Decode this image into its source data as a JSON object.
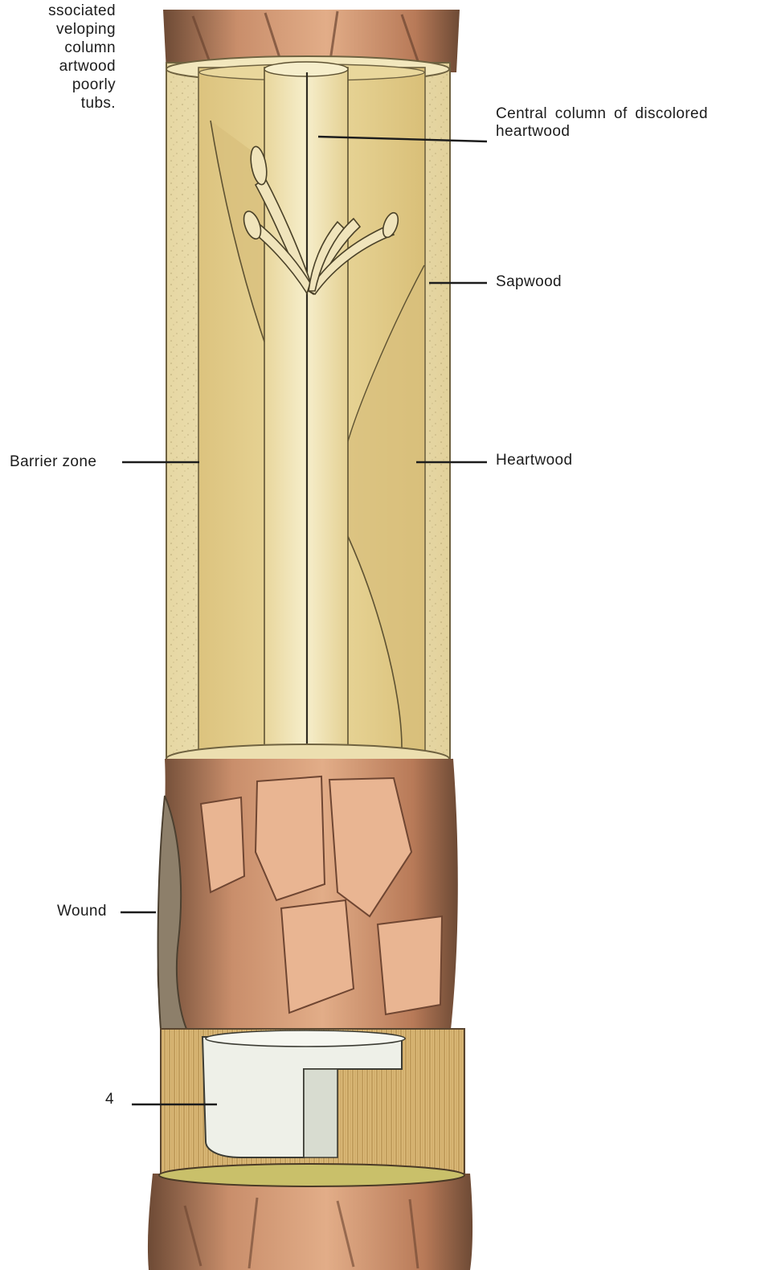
{
  "caption": {
    "lines": [
      "ssociated",
      "veloping",
      "column",
      "artwood",
      "poorly",
      "tubs."
    ]
  },
  "labels": {
    "central_column": [
      "Central column of discolored",
      "heartwood"
    ],
    "sapwood": "Sapwood",
    "barrier_zone": "Barrier zone",
    "heartwood": "Heartwood",
    "wound": "Wound",
    "figure_number": "4"
  },
  "colors": {
    "bark_light": "#d9a07c",
    "bark_dark": "#8a5a3c",
    "sapwood": "#efe3b2",
    "heartwood": "#e3cf8d",
    "central_column": "#f1e6bd",
    "leader_line": "#1c1c1c",
    "white_wood": "#eef0e8"
  }
}
